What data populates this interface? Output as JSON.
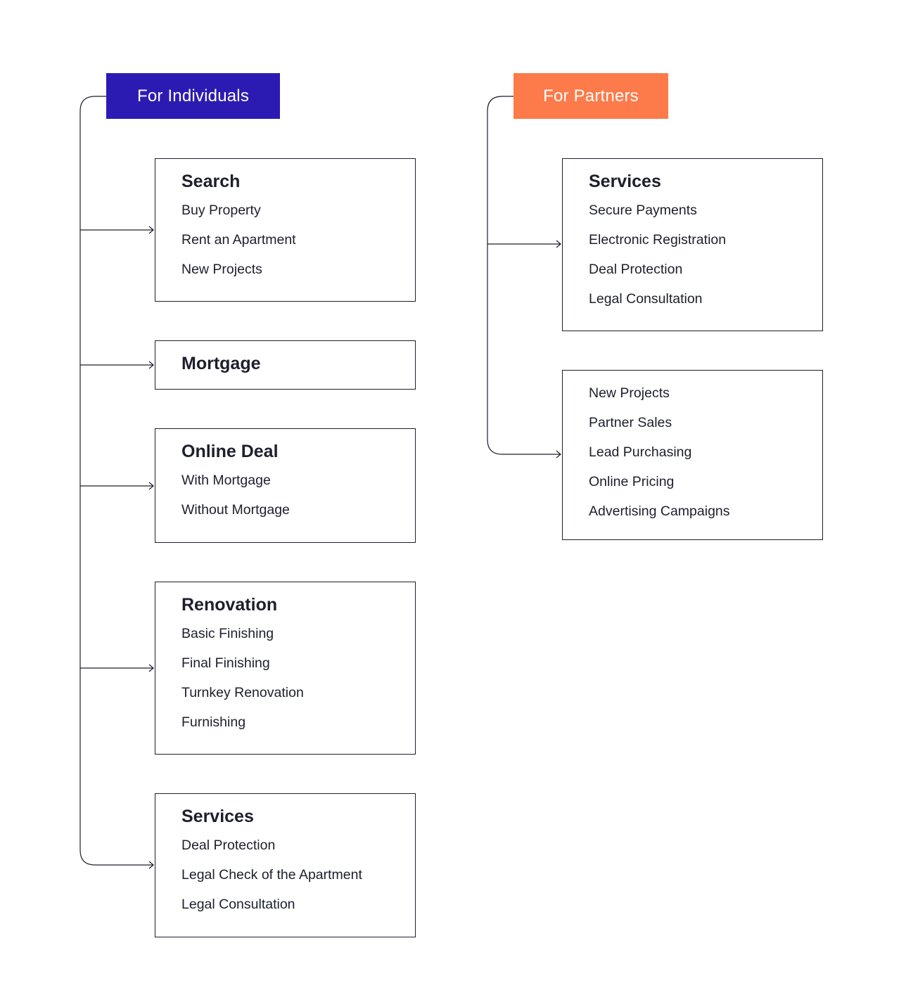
{
  "colors": {
    "individuals": "#2c1bb3",
    "partners": "#fd7a4a",
    "line": "#1d1f2c"
  },
  "individuals": {
    "label": "For Individuals",
    "cards": [
      {
        "title": "Search",
        "items": [
          "Buy Property",
          "Rent an Apartment",
          "New Projects"
        ]
      },
      {
        "title": "Mortgage",
        "items": []
      },
      {
        "title": "Online Deal",
        "items": [
          "With Mortgage",
          "Without Mortgage"
        ]
      },
      {
        "title": "Renovation",
        "items": [
          "Basic Finishing",
          "Final Finishing",
          "Turnkey Renovation",
          "Furnishing"
        ]
      },
      {
        "title": "Services",
        "items": [
          "Deal Protection",
          "Legal Check of the Apartment",
          "Legal Consultation"
        ]
      }
    ]
  },
  "partners": {
    "label": "For Partners",
    "cards": [
      {
        "title": "Services",
        "items": [
          "Secure Payments",
          "Electronic Registration",
          "Deal Protection",
          "Legal Consultation"
        ]
      },
      {
        "title": "",
        "items": [
          "New Projects",
          "Partner Sales",
          "Lead Purchasing",
          "Online Pricing",
          "Advertising Campaigns"
        ]
      }
    ]
  }
}
